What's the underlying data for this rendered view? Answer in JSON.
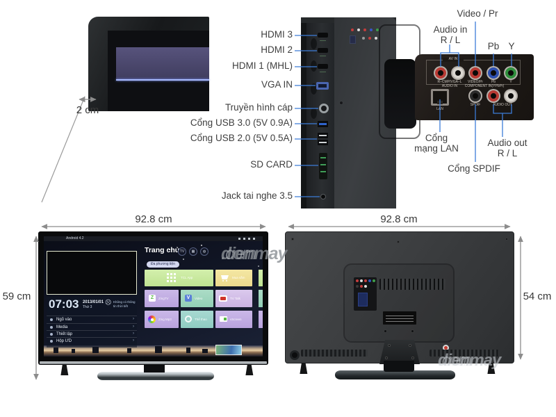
{
  "watermark": {
    "brand": "dienmay",
    "domain": ".com"
  },
  "bezel_detail": {
    "dimension": "2 cm"
  },
  "side_panel": {
    "labels": [
      "HDMI 3",
      "HDMI 2",
      "HDMI 1 (MHL)",
      "VGA IN",
      "Truyền hình cáp",
      "Cổng USB 3.0 (5V 0.9A)",
      "Cổng USB 2.0 (5V 0.5A)",
      "SD CARD",
      "Jack tai nghe 3.5"
    ]
  },
  "av_panel": {
    "video_pr": "Video / Pr",
    "audio_in_line1": "Audio in",
    "audio_in_line2": "R / L",
    "pb": "Pb",
    "y": "Y",
    "lan_line1": "Cổng",
    "lan_line2": "mạng LAN",
    "audio_out_line1": "Audio out",
    "audio_out_line2": "R / L",
    "spdif": "Cổng SPDIF",
    "printed": {
      "av_in": "AV IN",
      "cmp": "R–CMP/VGA–L",
      "audio_in": "AUDIO IN",
      "video": "VIDEO/Pr",
      "pb": "Pb",
      "y": "Y",
      "component": "COMPONENT IN(YPbPr)",
      "lan": "LAN",
      "spdif": "SPDIF",
      "audio_out": "AUDIO OUT"
    }
  },
  "front_view": {
    "width_label": "92.8 cm",
    "height_label": "59 cm",
    "screen": {
      "os": "Android 4.2",
      "home_title": "Trang chủ",
      "tab": "Đa phương tiện",
      "clock": "07:03",
      "date": "2013/01/01",
      "day": "Thứ 3",
      "weather1": "Không có thông",
      "weather2": "tin thời tiết",
      "menu": [
        "Ngõ vào",
        "Media",
        "Thiết lập",
        "Hộp ƯD"
      ],
      "tiles": {
        "r1c1": "TCL App",
        "r1c2": "Mua sắm",
        "r2c1": "ZingTV",
        "r2c2": "Video",
        "r2c3": "TV Talk",
        "r3c1": "Zing Mp3",
        "r3c2": "Thể thao",
        "r3c3": "vScreen"
      },
      "tv_badge": "TV"
    }
  },
  "back_view": {
    "width_label": "92.8 cm",
    "height_label": "54 cm"
  }
}
